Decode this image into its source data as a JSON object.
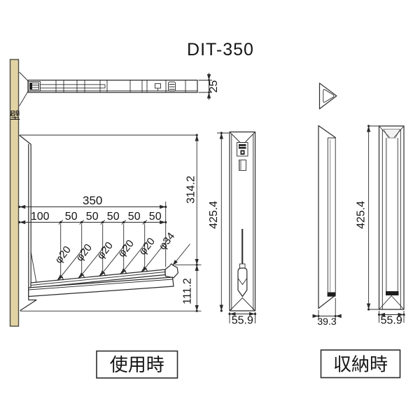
{
  "title": "DIT-350",
  "drawing": {
    "wall_label": "壁",
    "captions": {
      "in_use": "使用時",
      "stowed": "収納時"
    }
  },
  "dimensions": {
    "top_depth": "25",
    "overall_width": "350",
    "pitch": [
      "100",
      "50",
      "50",
      "50",
      "50",
      "50"
    ],
    "hook_diameter": "φ20",
    "end_hook_diameter": "φ34",
    "upper_height": "314.2",
    "lower_height": "111.2",
    "overall_height": "425.4",
    "body_width": "55.9",
    "stowed_depth": "39.3"
  }
}
